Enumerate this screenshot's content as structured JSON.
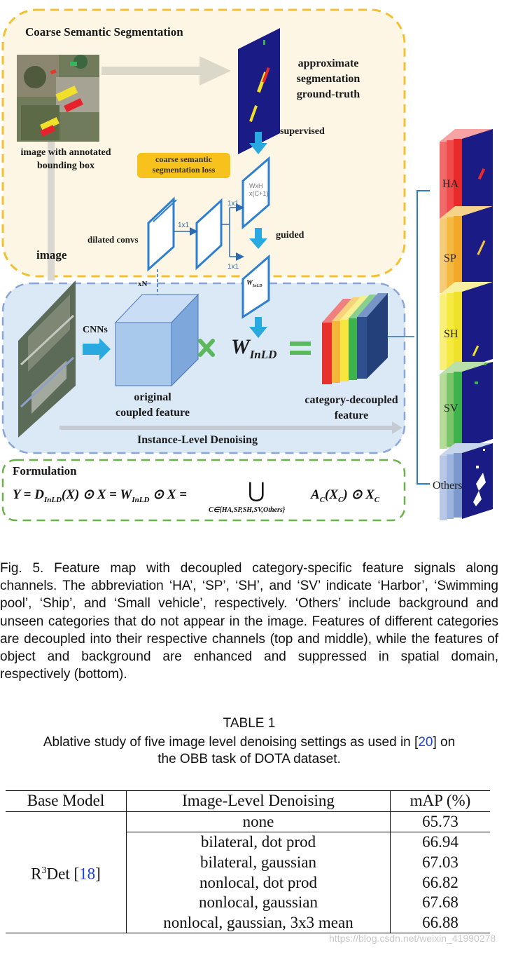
{
  "figure": {
    "coarse_title": "Coarse Semantic Segmentation",
    "gt_label": [
      "approximate",
      "segmentation",
      "ground-truth"
    ],
    "supervised_label": "supervised",
    "image_annotated_label": [
      "image with annotated",
      "bounding box"
    ],
    "loss_label": [
      "coarse semantic",
      "segmentation loss"
    ],
    "dilated_label": "dilated convs",
    "conv1x1_labels": [
      "1x1",
      "1x1",
      "1x1"
    ],
    "guided_label": "guided",
    "image_label": "image",
    "xN_label": "xN",
    "wxh_label": [
      "WxH",
      "x(C+1)"
    ],
    "cnns_label": "CNNs",
    "w_small": "W",
    "w_small_sub": "InLD",
    "w_big": "W",
    "w_big_sub": "InLD",
    "original_label": [
      "original",
      "coupled feature"
    ],
    "decoupled_label": [
      "category-decoupled",
      "feature"
    ],
    "ild_label": "Instance-Level Denoising",
    "formulation_title": "Formulation",
    "formula_left": "Y = D",
    "formula_sub1": "InLD",
    "formula_mid1": "(X) ⊙ X = W",
    "formula_sub2": "InLD",
    "formula_mid2": " ⊙ X =",
    "union_symbol": "⋃",
    "union_sub": "C∈{HA,SP,SH,SV,Others}",
    "formula_right": "A",
    "formula_right_sub": "C",
    "formula_right_rest": "(X",
    "formula_right_sub2": "C",
    "formula_right_end": ") ⊙ X",
    "formula_right_sub3": "C",
    "stack_labels": [
      "HA",
      "SP",
      "SH",
      "SV",
      "Others"
    ],
    "colors": {
      "yellow_box_border": "#f2c033",
      "blue_box_border": "#8aa6d8",
      "green_box_border": "#6ab04c",
      "arrow_blue": "#2aa8e0",
      "seg_navy": "#1b1b86",
      "cube_blue": "#a8c8ec"
    }
  },
  "caption": "Fig. 5. Feature map with decoupled category-specific feature signals along channels. The abbreviation ‘HA’, ‘SP’, ‘SH’, and ‘SV’ indicate ‘Harbor’, ‘Swimming pool’, ‘Ship’, and ‘Small vehicle’, respectively. ‘Others’ include background and unseen categories that do not appear in the image. Features of different categories are decoupled into their respective channels (top and middle), while the features of object and background are enhanced and suppressed in spatial domain, respectively (bottom).",
  "table": {
    "label": "TABLE 1",
    "caption_pre": "Ablative study of five image level denoising settings as used in [",
    "caption_ref": "20",
    "caption_post": "] on",
    "caption_line2": "the OBB task of DOTA dataset.",
    "headers": [
      "Base Model",
      "Image-Level Denoising",
      "mAP (%)"
    ],
    "base_model_text": "R",
    "base_model_sup": "3",
    "base_model_rest": "Det [",
    "base_model_ref": "18",
    "base_model_end": "]",
    "rows": [
      {
        "setting": "none",
        "map": "65.73"
      },
      {
        "setting": "bilateral, dot prod",
        "map": "66.94"
      },
      {
        "setting": "bilateral, gaussian",
        "map": "67.03"
      },
      {
        "setting": "nonlocal, dot prod",
        "map": "66.82"
      },
      {
        "setting": "nonlocal, gaussian",
        "map": "67.68"
      },
      {
        "setting": "nonlocal, gaussian, 3x3 mean",
        "map": "66.88"
      }
    ]
  },
  "watermark": "https://blog.csdn.net/weixin_41990278"
}
